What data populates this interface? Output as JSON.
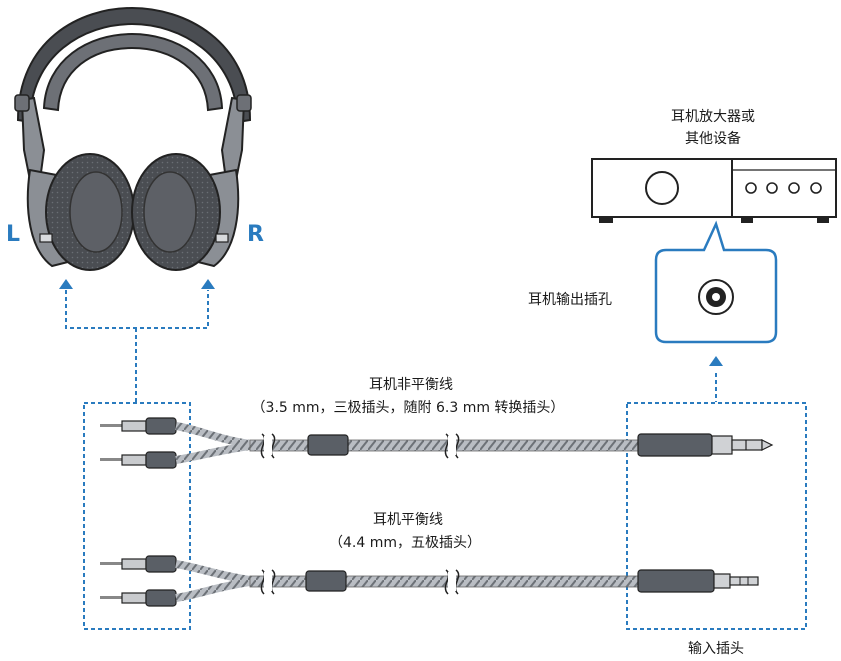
{
  "headphones": {
    "left_marker": "L",
    "right_marker": "R"
  },
  "amplifier": {
    "line1": "耳机放大器或",
    "line2": "其他设备"
  },
  "jack": {
    "label": "耳机输出插孔"
  },
  "cable_unbalanced": {
    "title": "耳机非平衡线",
    "subtitle": "（3.5 mm，三极插头，随附 6.3 mm 转换插头）"
  },
  "cable_balanced": {
    "title": "耳机平衡线",
    "subtitle": "（4.4 mm，五极插头）"
  },
  "input_plug": {
    "label": "输入插头"
  },
  "colors": {
    "accent": "#2a7bbf",
    "line": "#333333",
    "cable": "#8a8f96",
    "plug": "#5a5f66"
  },
  "icons": [
    "headphones-icon",
    "amplifier-icon",
    "headphone-jack-icon",
    "arrow-up-icon"
  ]
}
